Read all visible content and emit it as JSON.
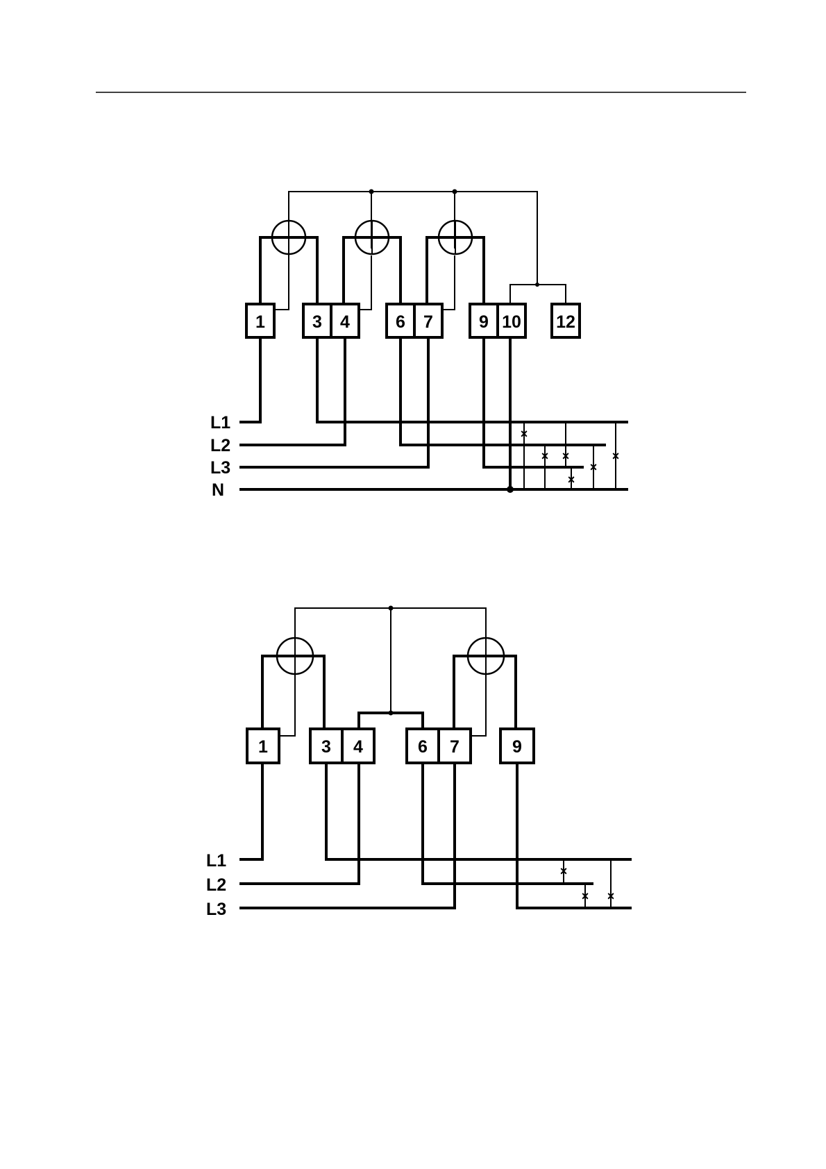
{
  "diagram_1": {
    "terminals": [
      "1",
      "3",
      "4",
      "6",
      "7",
      "9",
      "10",
      "12"
    ],
    "lines": [
      "L1",
      "L2",
      "L3",
      "N"
    ],
    "jumper_mark": "×"
  },
  "diagram_2": {
    "terminals": [
      "1",
      "3",
      "4",
      "6",
      "7",
      "9"
    ],
    "lines": [
      "L1",
      "L2",
      "L3"
    ],
    "jumper_mark": "×"
  },
  "colors": {
    "ink": "#000000",
    "paper": "#ffffff"
  }
}
